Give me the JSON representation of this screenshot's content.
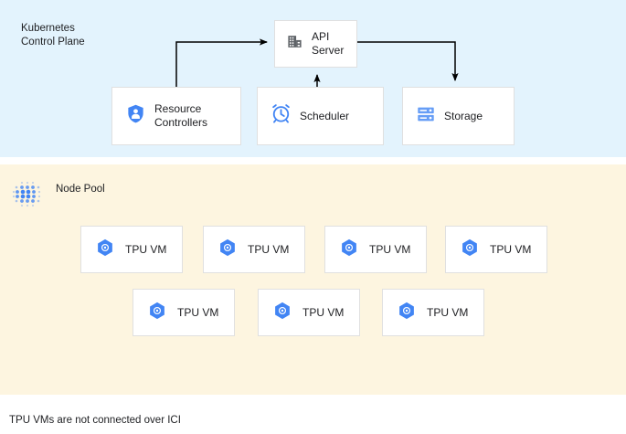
{
  "diagram": {
    "title_hidden": "GKE TPU Node Pool architecture",
    "footer_caption": "TPU VMs are not connected over ICI",
    "colors": {
      "control_plane_band": "#e3f3fd",
      "node_pool_band": "#fdf5e0",
      "box_fill": "#ffffff",
      "box_border": "#e0e0e0",
      "accent_blue": "#4285f4",
      "icon_gray": "#5f6368",
      "text": "#202124",
      "arrow": "#000000"
    }
  },
  "control_plane": {
    "label": "Kubernetes\nControl Plane",
    "nodes": [
      {
        "id": "api-server",
        "label": "API\nServer",
        "icon": "building-icon"
      },
      {
        "id": "resource-controllers",
        "label": "Resource\nControllers",
        "icon": "shield-person-icon"
      },
      {
        "id": "scheduler",
        "label": "Scheduler",
        "icon": "alarm-clock-icon"
      },
      {
        "id": "storage",
        "label": "Storage",
        "icon": "server-rack-icon"
      }
    ],
    "connections": [
      {
        "from": "resource-controllers",
        "to": "api-server",
        "direction": "up-right"
      },
      {
        "from": "scheduler",
        "to": "api-server",
        "direction": "up"
      },
      {
        "from": "api-server",
        "to": "storage",
        "direction": "right-down"
      }
    ]
  },
  "node_pool": {
    "label": "Node Pool",
    "icon": "dot-cluster-icon",
    "rows": [
      {
        "vms": [
          {
            "label": "TPU VM",
            "icon": "tpu-hexagon-icon"
          },
          {
            "label": "TPU VM",
            "icon": "tpu-hexagon-icon"
          },
          {
            "label": "TPU VM",
            "icon": "tpu-hexagon-icon"
          },
          {
            "label": "TPU VM",
            "icon": "tpu-hexagon-icon"
          }
        ]
      },
      {
        "vms": [
          {
            "label": "TPU VM",
            "icon": "tpu-hexagon-icon"
          },
          {
            "label": "TPU VM",
            "icon": "tpu-hexagon-icon"
          },
          {
            "label": "TPU VM",
            "icon": "tpu-hexagon-icon"
          }
        ]
      }
    ]
  }
}
